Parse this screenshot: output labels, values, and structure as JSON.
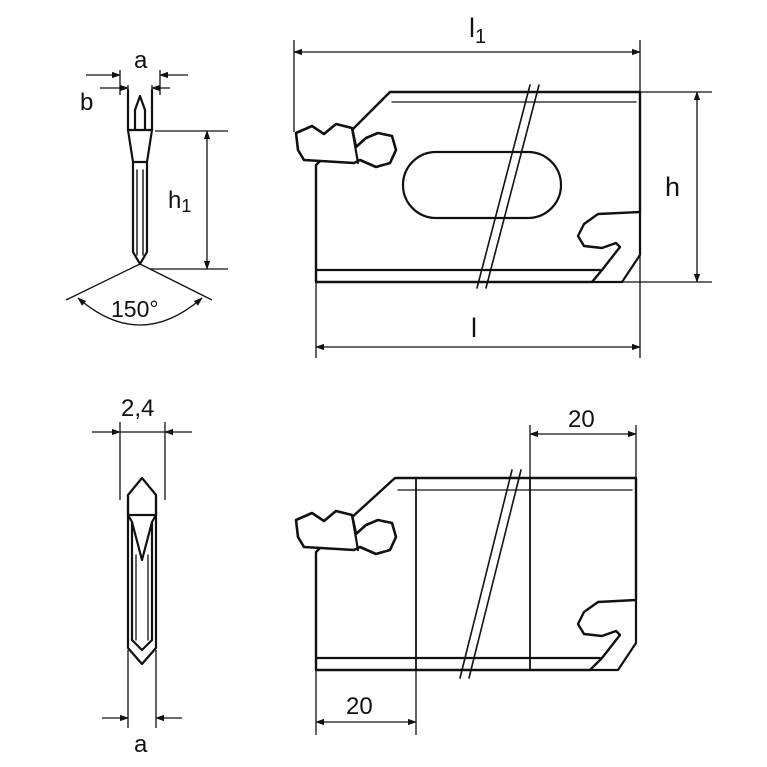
{
  "labels": {
    "l1": "l",
    "l1_sub": "1",
    "h": "h",
    "l": "l",
    "a_top": "a",
    "b": "b",
    "h1": "h",
    "h1_sub": "1",
    "angle": "150°",
    "width_24": "2,4",
    "a_bottom": "a",
    "dim_20_top": "20",
    "dim_20_bottom": "20"
  }
}
